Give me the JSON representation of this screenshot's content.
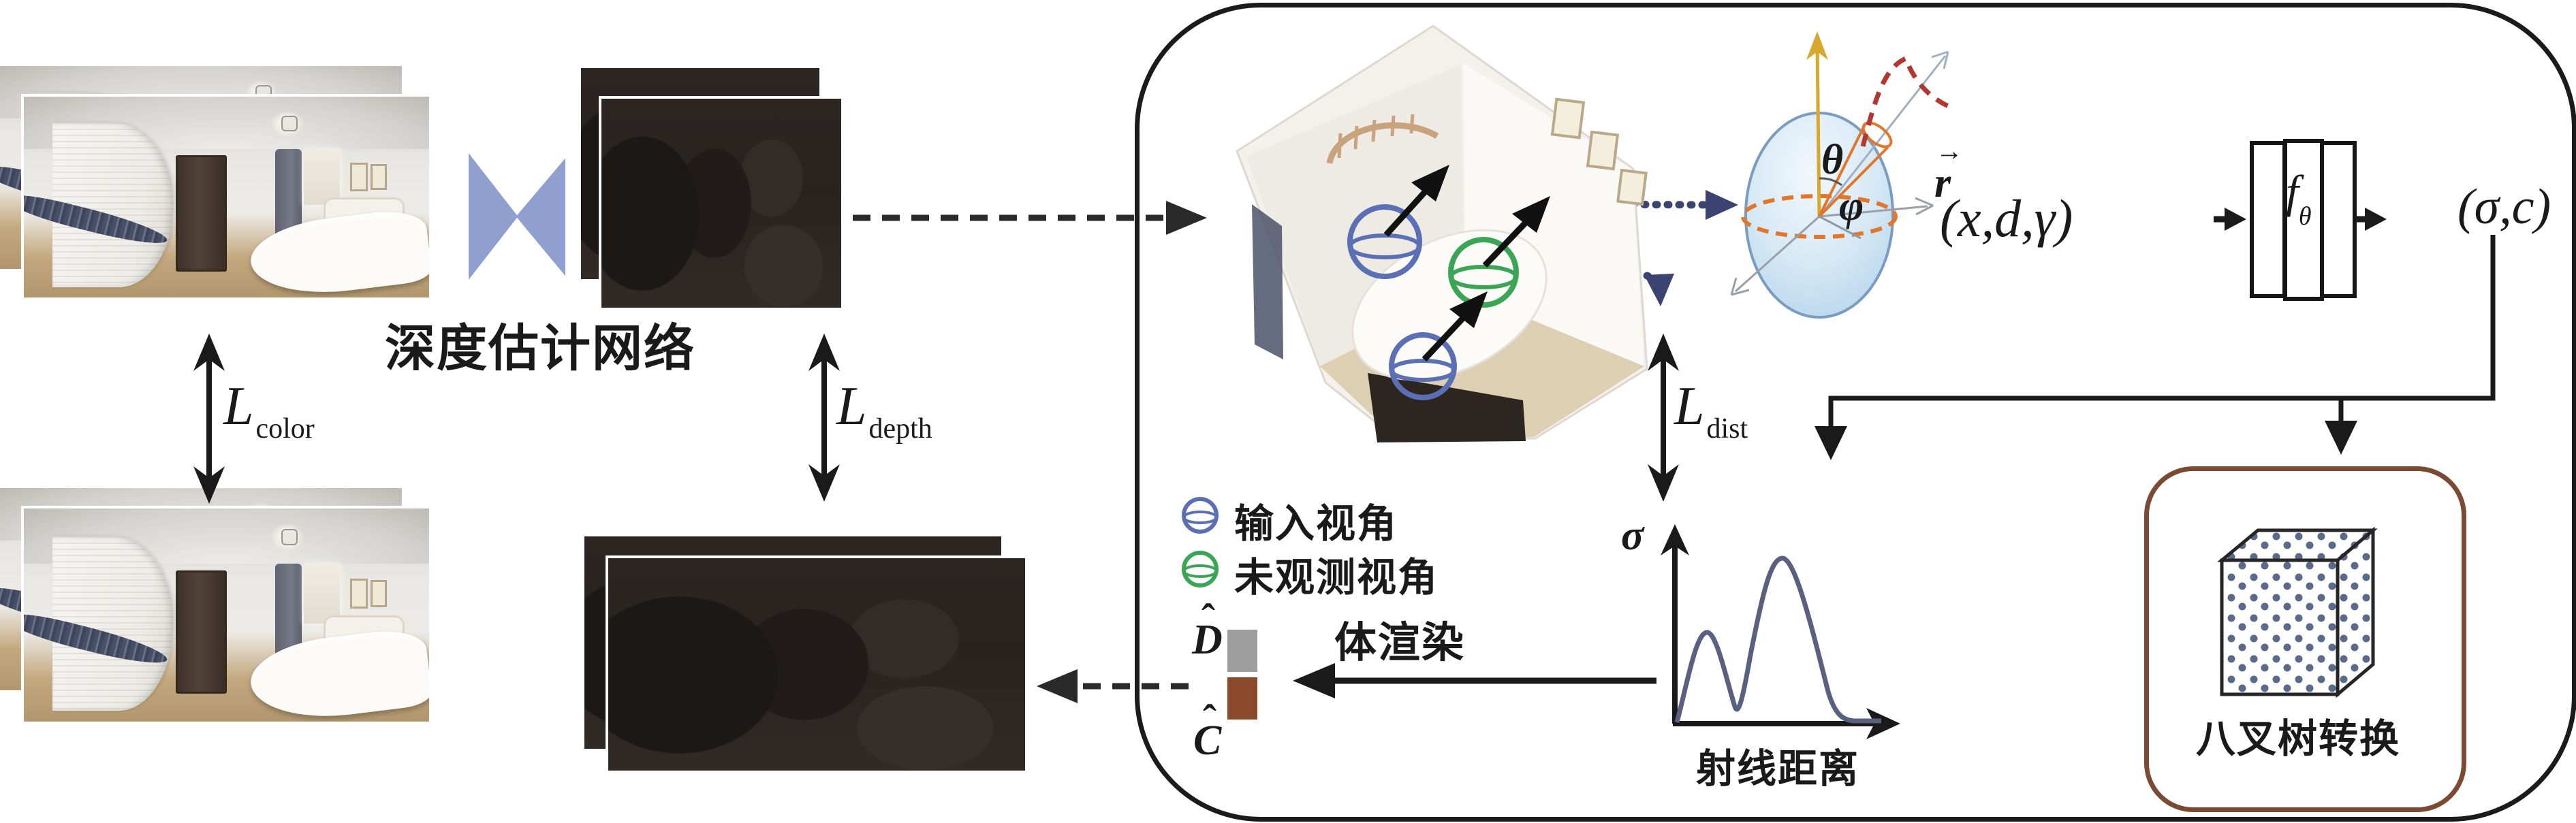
{
  "figure": {
    "depth_network_label": "深度估计网络",
    "losses": {
      "color": {
        "symbol": "L",
        "sub": "color"
      },
      "depth": {
        "symbol": "L",
        "sub": "depth"
      },
      "dist": {
        "symbol": "L",
        "sub": "dist"
      }
    },
    "legend": {
      "input_view": "输入视角",
      "unobserved_view": "未观测视角"
    },
    "volume_rendering_label": "体渲染",
    "outputs": {
      "hat": "ˆ",
      "depth_map": "D",
      "color_map": "C"
    },
    "sphere": {
      "theta": "θ",
      "phi": "φ",
      "ray": "r",
      "ray_arrow": "→"
    },
    "mlp": {
      "input": "(x,d,γ)",
      "func": "f",
      "func_sub": "θ",
      "output": "(σ,c)"
    },
    "density_plot": {
      "ylabel": "σ",
      "xlabel": "射线距离"
    },
    "octree_label": "八叉树转换",
    "colors": {
      "bowtie": "#8fa0d0",
      "legend_input_view": "#5b6fb5",
      "legend_unobserved_view": "#3aa655",
      "depth_swatch": "#9e9e9e",
      "color_swatch": "#8a4a2b",
      "octree_border": "#7b4a33",
      "density_curve": "#5a6080",
      "sphere_fill": "#cfe4f2",
      "sphere_stroke": "#7a9cc0",
      "equator_orange": "#e2762a",
      "axis_yellow": "#d9a62e",
      "ray_profile_red": "#b03830",
      "dotted_navy": "#3b4470"
    }
  },
  "chart_data": {
    "type": "line",
    "title": "",
    "xlabel": "射线距离",
    "ylabel": "σ",
    "x": [
      0,
      0.05,
      0.14,
      0.28,
      0.38,
      0.51,
      0.62,
      0.8,
      0.92,
      1.0
    ],
    "y": [
      0,
      0.2,
      0.55,
      0.1,
      0.35,
      1.0,
      0.45,
      0.02,
      0.01,
      0.0
    ],
    "xlim": [
      0,
      1
    ],
    "ylim": [
      0,
      1
    ],
    "grid": false,
    "legend_position": "none",
    "note": "volume density sigma along ray distance: small bump then large peak, decaying to zero"
  }
}
